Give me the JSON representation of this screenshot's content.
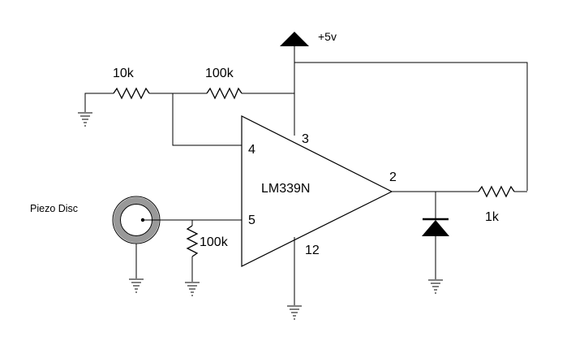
{
  "labels": {
    "supply": "+5v",
    "r1": "10k",
    "r2": "100k",
    "r3": "100k",
    "r4": "1k",
    "ic": "LM339N",
    "pin3": "3",
    "pin4": "4",
    "pin5": "5",
    "pin2": "2",
    "pin12": "12",
    "piezo": "Piezo Disc"
  }
}
